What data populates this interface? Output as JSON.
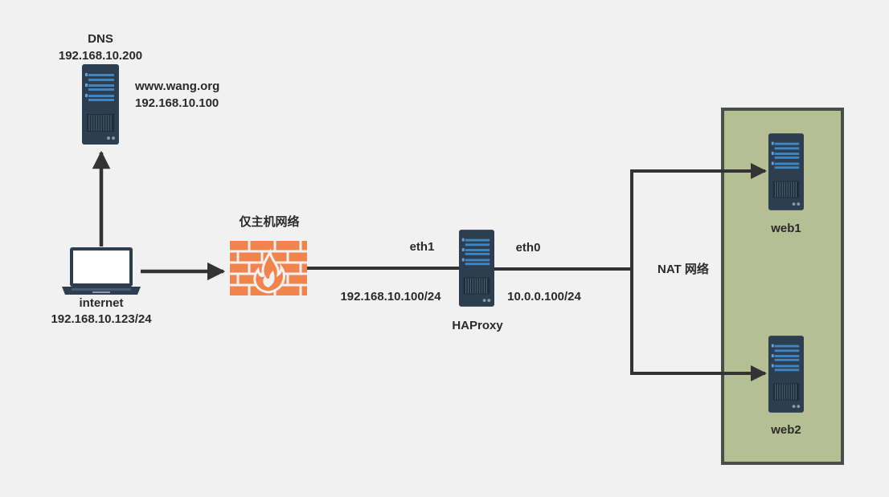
{
  "diagram": {
    "dns_server": {
      "title": "DNS",
      "ip": "192.168.10.200",
      "record_domain": "www.wang.org",
      "record_ip": "192.168.10.100"
    },
    "client": {
      "name": "internet",
      "ip": "192.168.10.123/24"
    },
    "firewall": {
      "label": "仅主机网络"
    },
    "haproxy": {
      "name": "HAProxy",
      "eth1_label": "eth1",
      "eth1_ip": "192.168.10.100/24",
      "eth0_label": "eth0",
      "eth0_ip": "10.0.0.100/24"
    },
    "nat_network": {
      "label": "NAT 网络"
    },
    "web1": {
      "name": "web1"
    },
    "web2": {
      "name": "web2"
    }
  },
  "colors": {
    "background": "#f1f1f1",
    "server_dark": "#2c3e50",
    "server_bar": "#3f86c3",
    "firewall": "#f0844c",
    "nat_zone": "#b5bf93",
    "nat_border": "#4a4e49",
    "line": "#333333"
  }
}
